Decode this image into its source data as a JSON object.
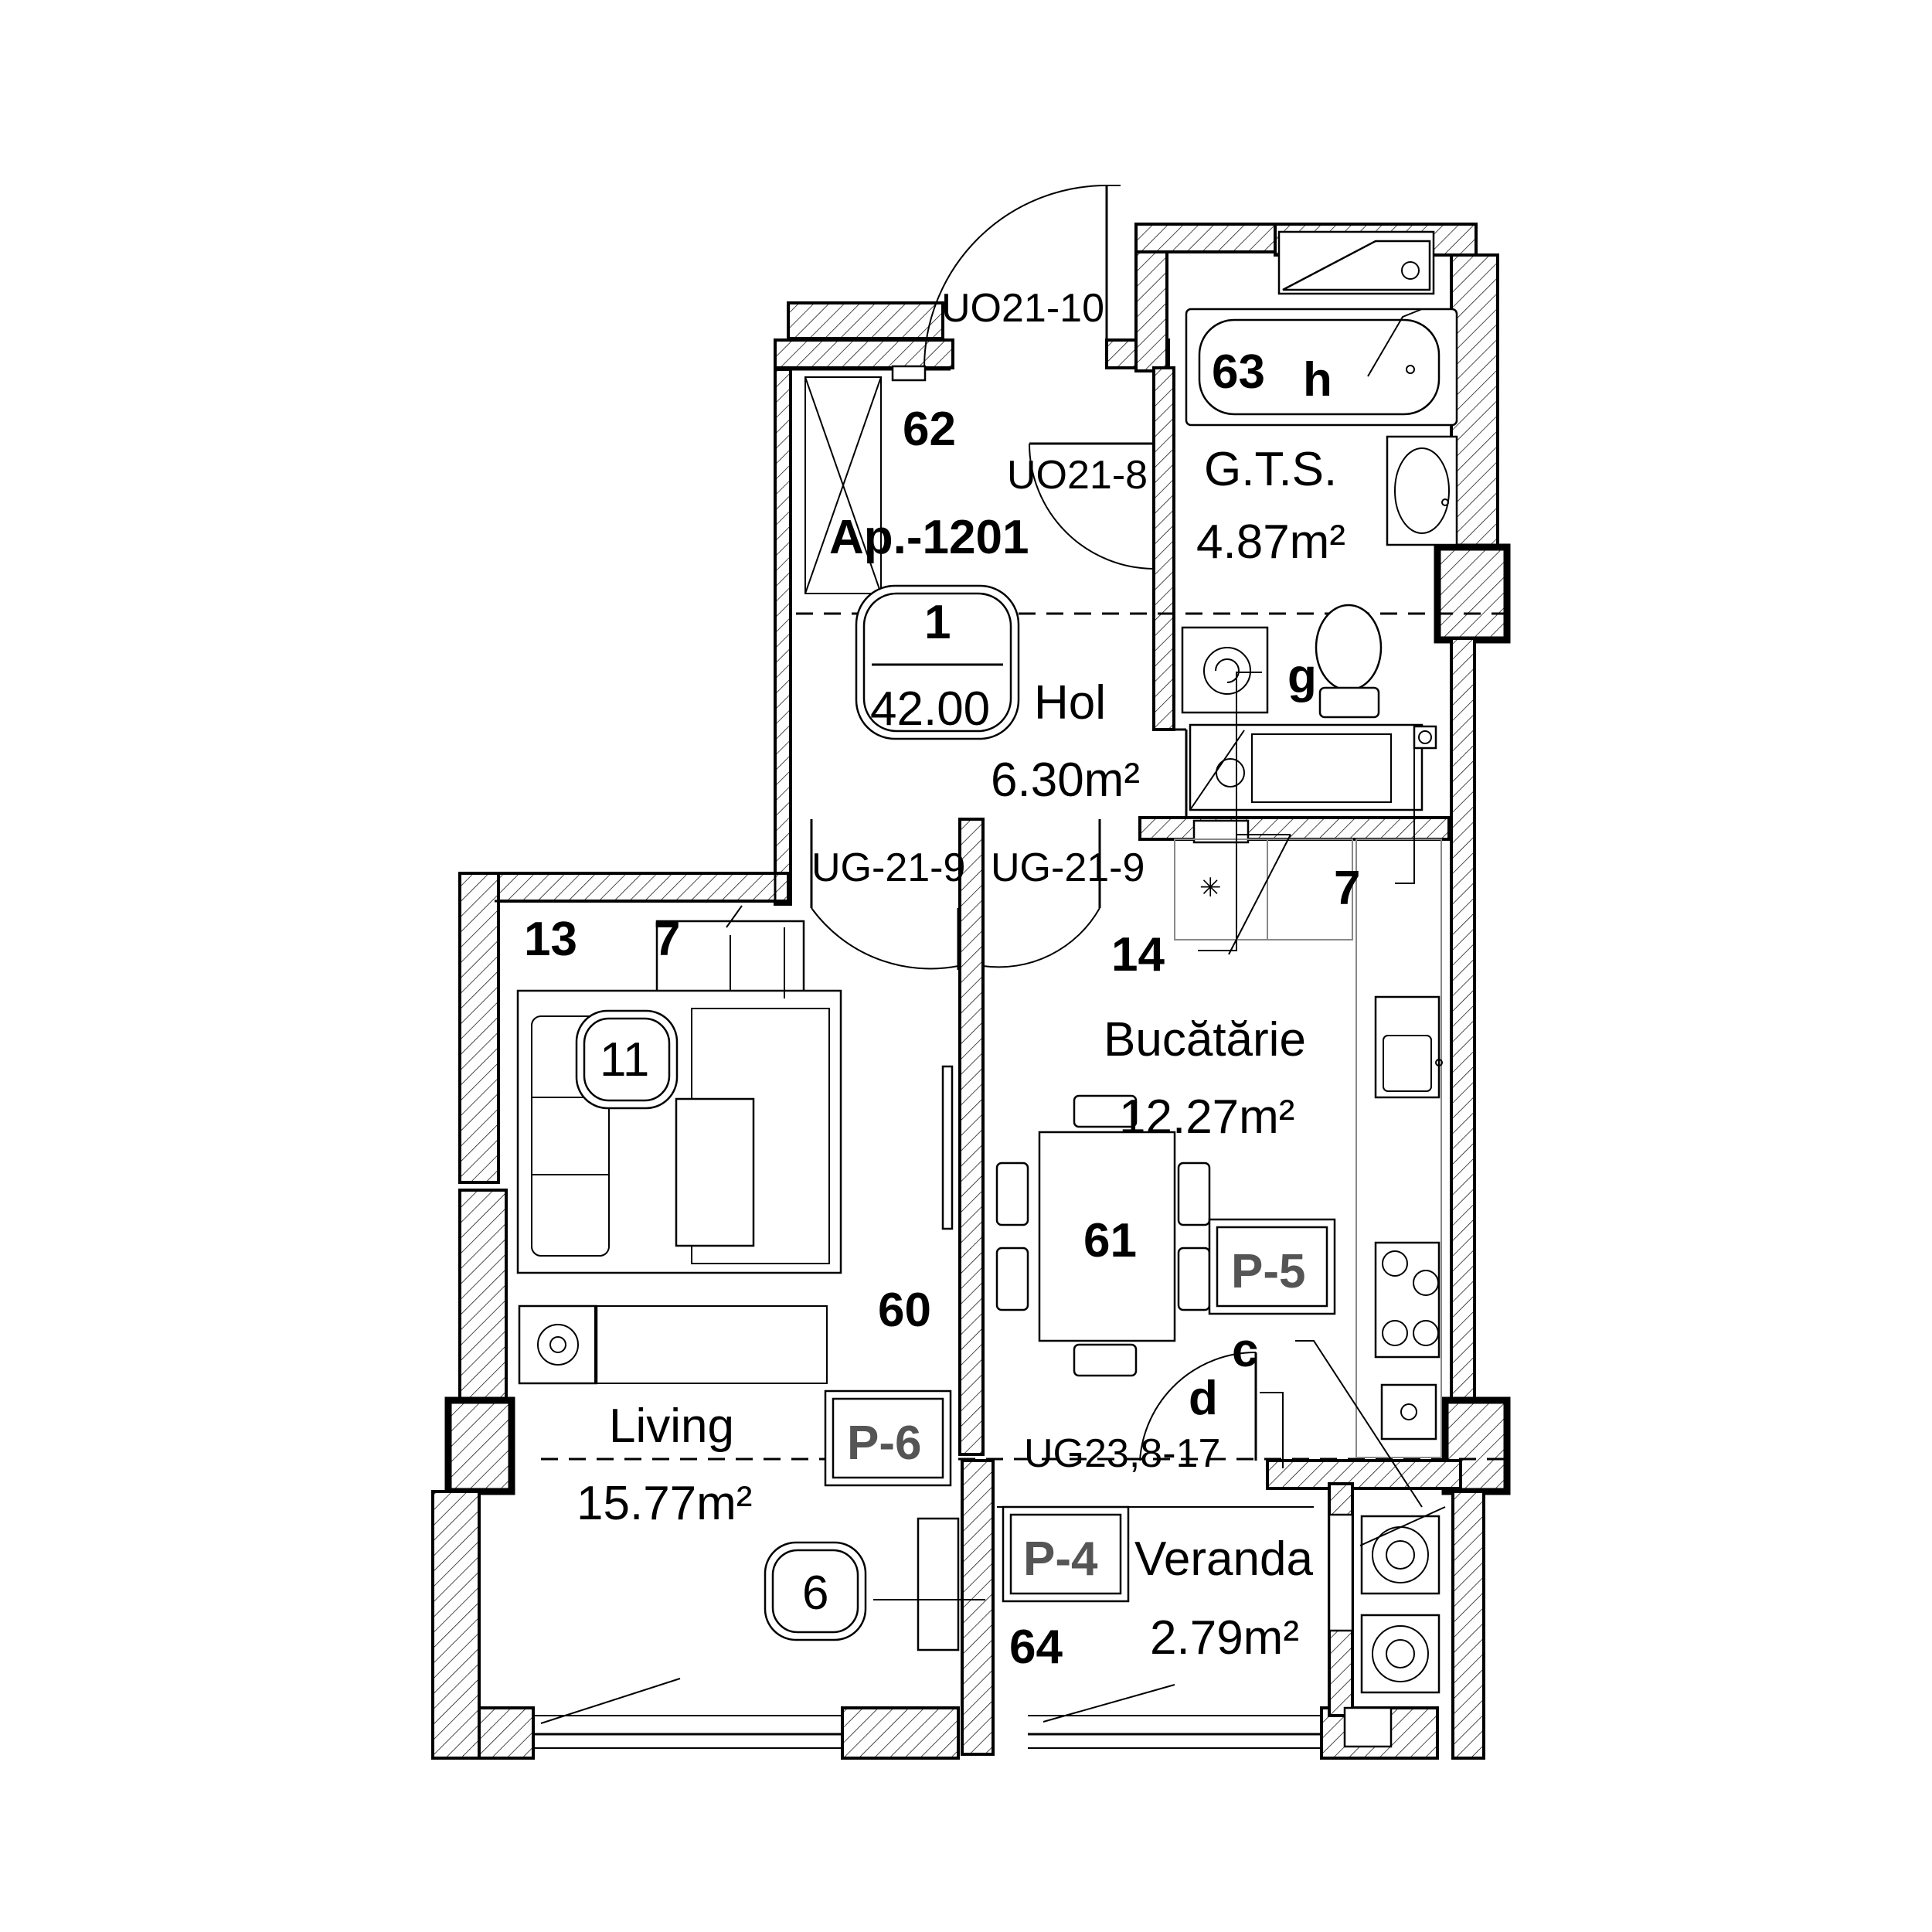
{
  "apartment": {
    "code": "Ap.-1201",
    "tag_top": "1",
    "tag_bottom": "42.00"
  },
  "rooms": [
    {
      "key": "hol",
      "name": "Hol",
      "area": "6.30m²"
    },
    {
      "key": "gts",
      "name": "G.T.S.",
      "area": "4.87m²"
    },
    {
      "key": "bucatarie",
      "name": "Bucătărie",
      "area": "12.27m²"
    },
    {
      "key": "living",
      "name": "Living",
      "area": "15.77m²"
    },
    {
      "key": "veranda",
      "name": "Veranda",
      "area": "2.79m²"
    }
  ],
  "doors": {
    "entrance": "UO21-10",
    "bath": "UO21-8",
    "living": "UG-21-9",
    "kitchen": "UG-21-9",
    "veranda": "UG23,8-17"
  },
  "panels": {
    "kitchen": "P-5",
    "living": "P-6",
    "veranda": "P-4"
  },
  "tags": {
    "living_circle": "11",
    "veranda_circle": "6"
  },
  "numbers": {
    "n62": "62",
    "n63": "63",
    "n60": "60",
    "n61": "61",
    "n64": "64",
    "n13": "13",
    "n7_living": "7",
    "n7_kitchen": "7",
    "n14": "14"
  },
  "letters": {
    "h": "h",
    "g": "g",
    "c": "c",
    "d": "d"
  }
}
